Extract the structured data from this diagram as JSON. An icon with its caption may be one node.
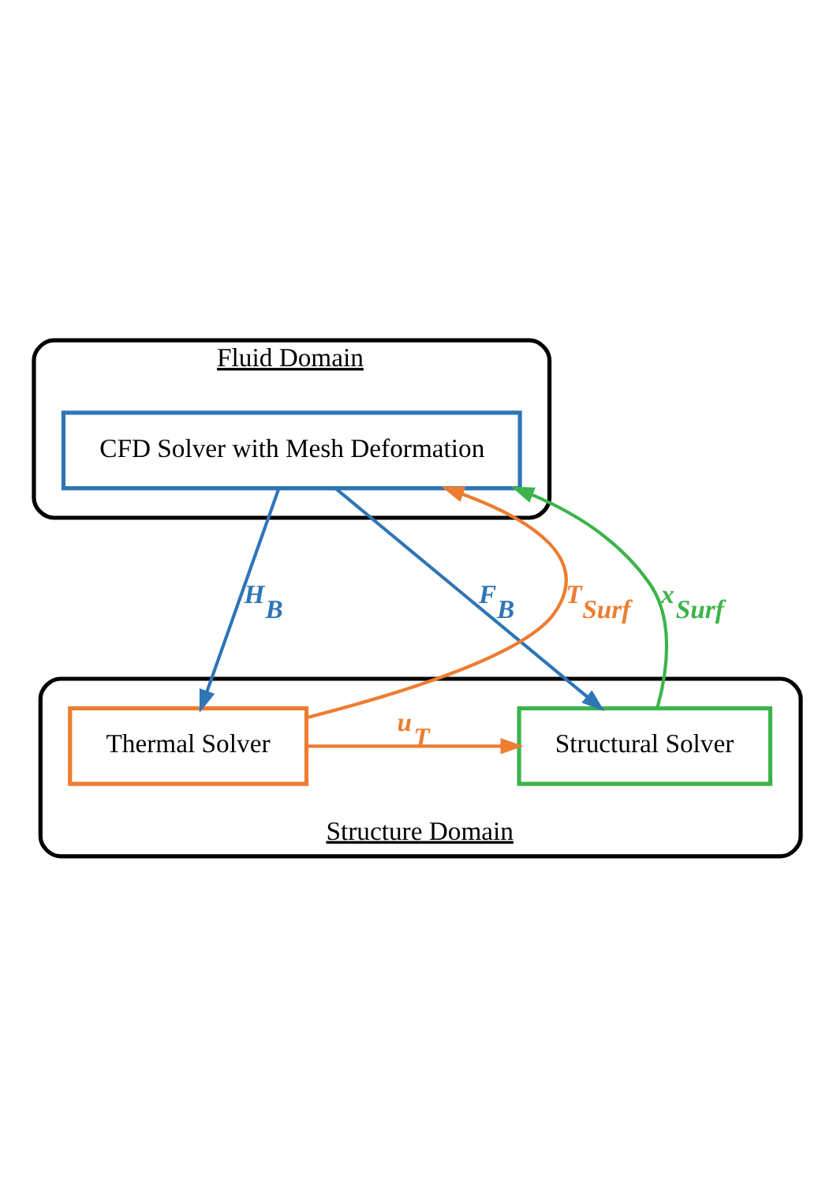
{
  "diagram": {
    "nodes": [
      {
        "text": [
          "Fluid Domain"
        ]
      },
      {
        "text": [
          "CFD Solver with Mesh Deformation"
        ],
        "in": 0
      },
      {
        "text": [
          "Structure Domain"
        ]
      },
      {
        "text": [
          "Thermal Solver"
        ],
        "in": 2
      },
      {
        "text": [
          "Structural Solver"
        ],
        "in": 2
      }
    ],
    "edges": [
      {
        "from": 1,
        "to": 3,
        "arrow": "to",
        "label": "H$_{B}$",
        "color": "#2e75b6"
      },
      {
        "from": 3,
        "to": 1,
        "arrow": "to",
        "label": "T$_{Surf}$",
        "color": "#ed7d31"
      },
      {
        "from": 4,
        "to": 1,
        "arrow": "to",
        "label": "x$_{Surf}$",
        "color": "#3cb44b"
      },
      {
        "from": 1,
        "to": 4,
        "arrow": "to",
        "label": "F$_{B}$",
        "color": "#2e75b6"
      },
      {
        "from": 3,
        "to": 4,
        "arrow": "to",
        "label": "u$_{T}$",
        "color": "#ed7d31"
      }
    ]
  }
}
